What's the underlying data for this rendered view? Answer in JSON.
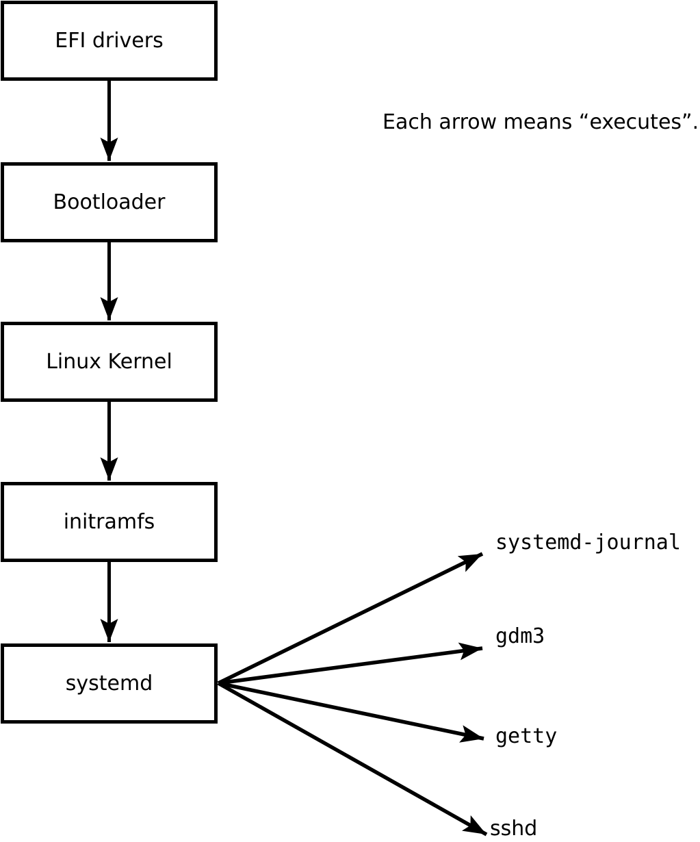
{
  "diagram": {
    "note": "Each arrow means “executes”.",
    "arrow_meaning": "executes",
    "boot_chain": [
      {
        "label": "EFI drivers"
      },
      {
        "label": "Bootloader"
      },
      {
        "label": "Linux Kernel"
      },
      {
        "label": "initramfs"
      },
      {
        "label": "systemd"
      }
    ],
    "spawned_services": [
      {
        "label": "systemd-journal"
      },
      {
        "label": "gdm3"
      },
      {
        "label": "getty"
      },
      {
        "label": "sshd"
      }
    ],
    "colors": {
      "background": "#ffffff",
      "box_fill": "#ffffff",
      "line": "#000000",
      "text": "#000000"
    }
  }
}
